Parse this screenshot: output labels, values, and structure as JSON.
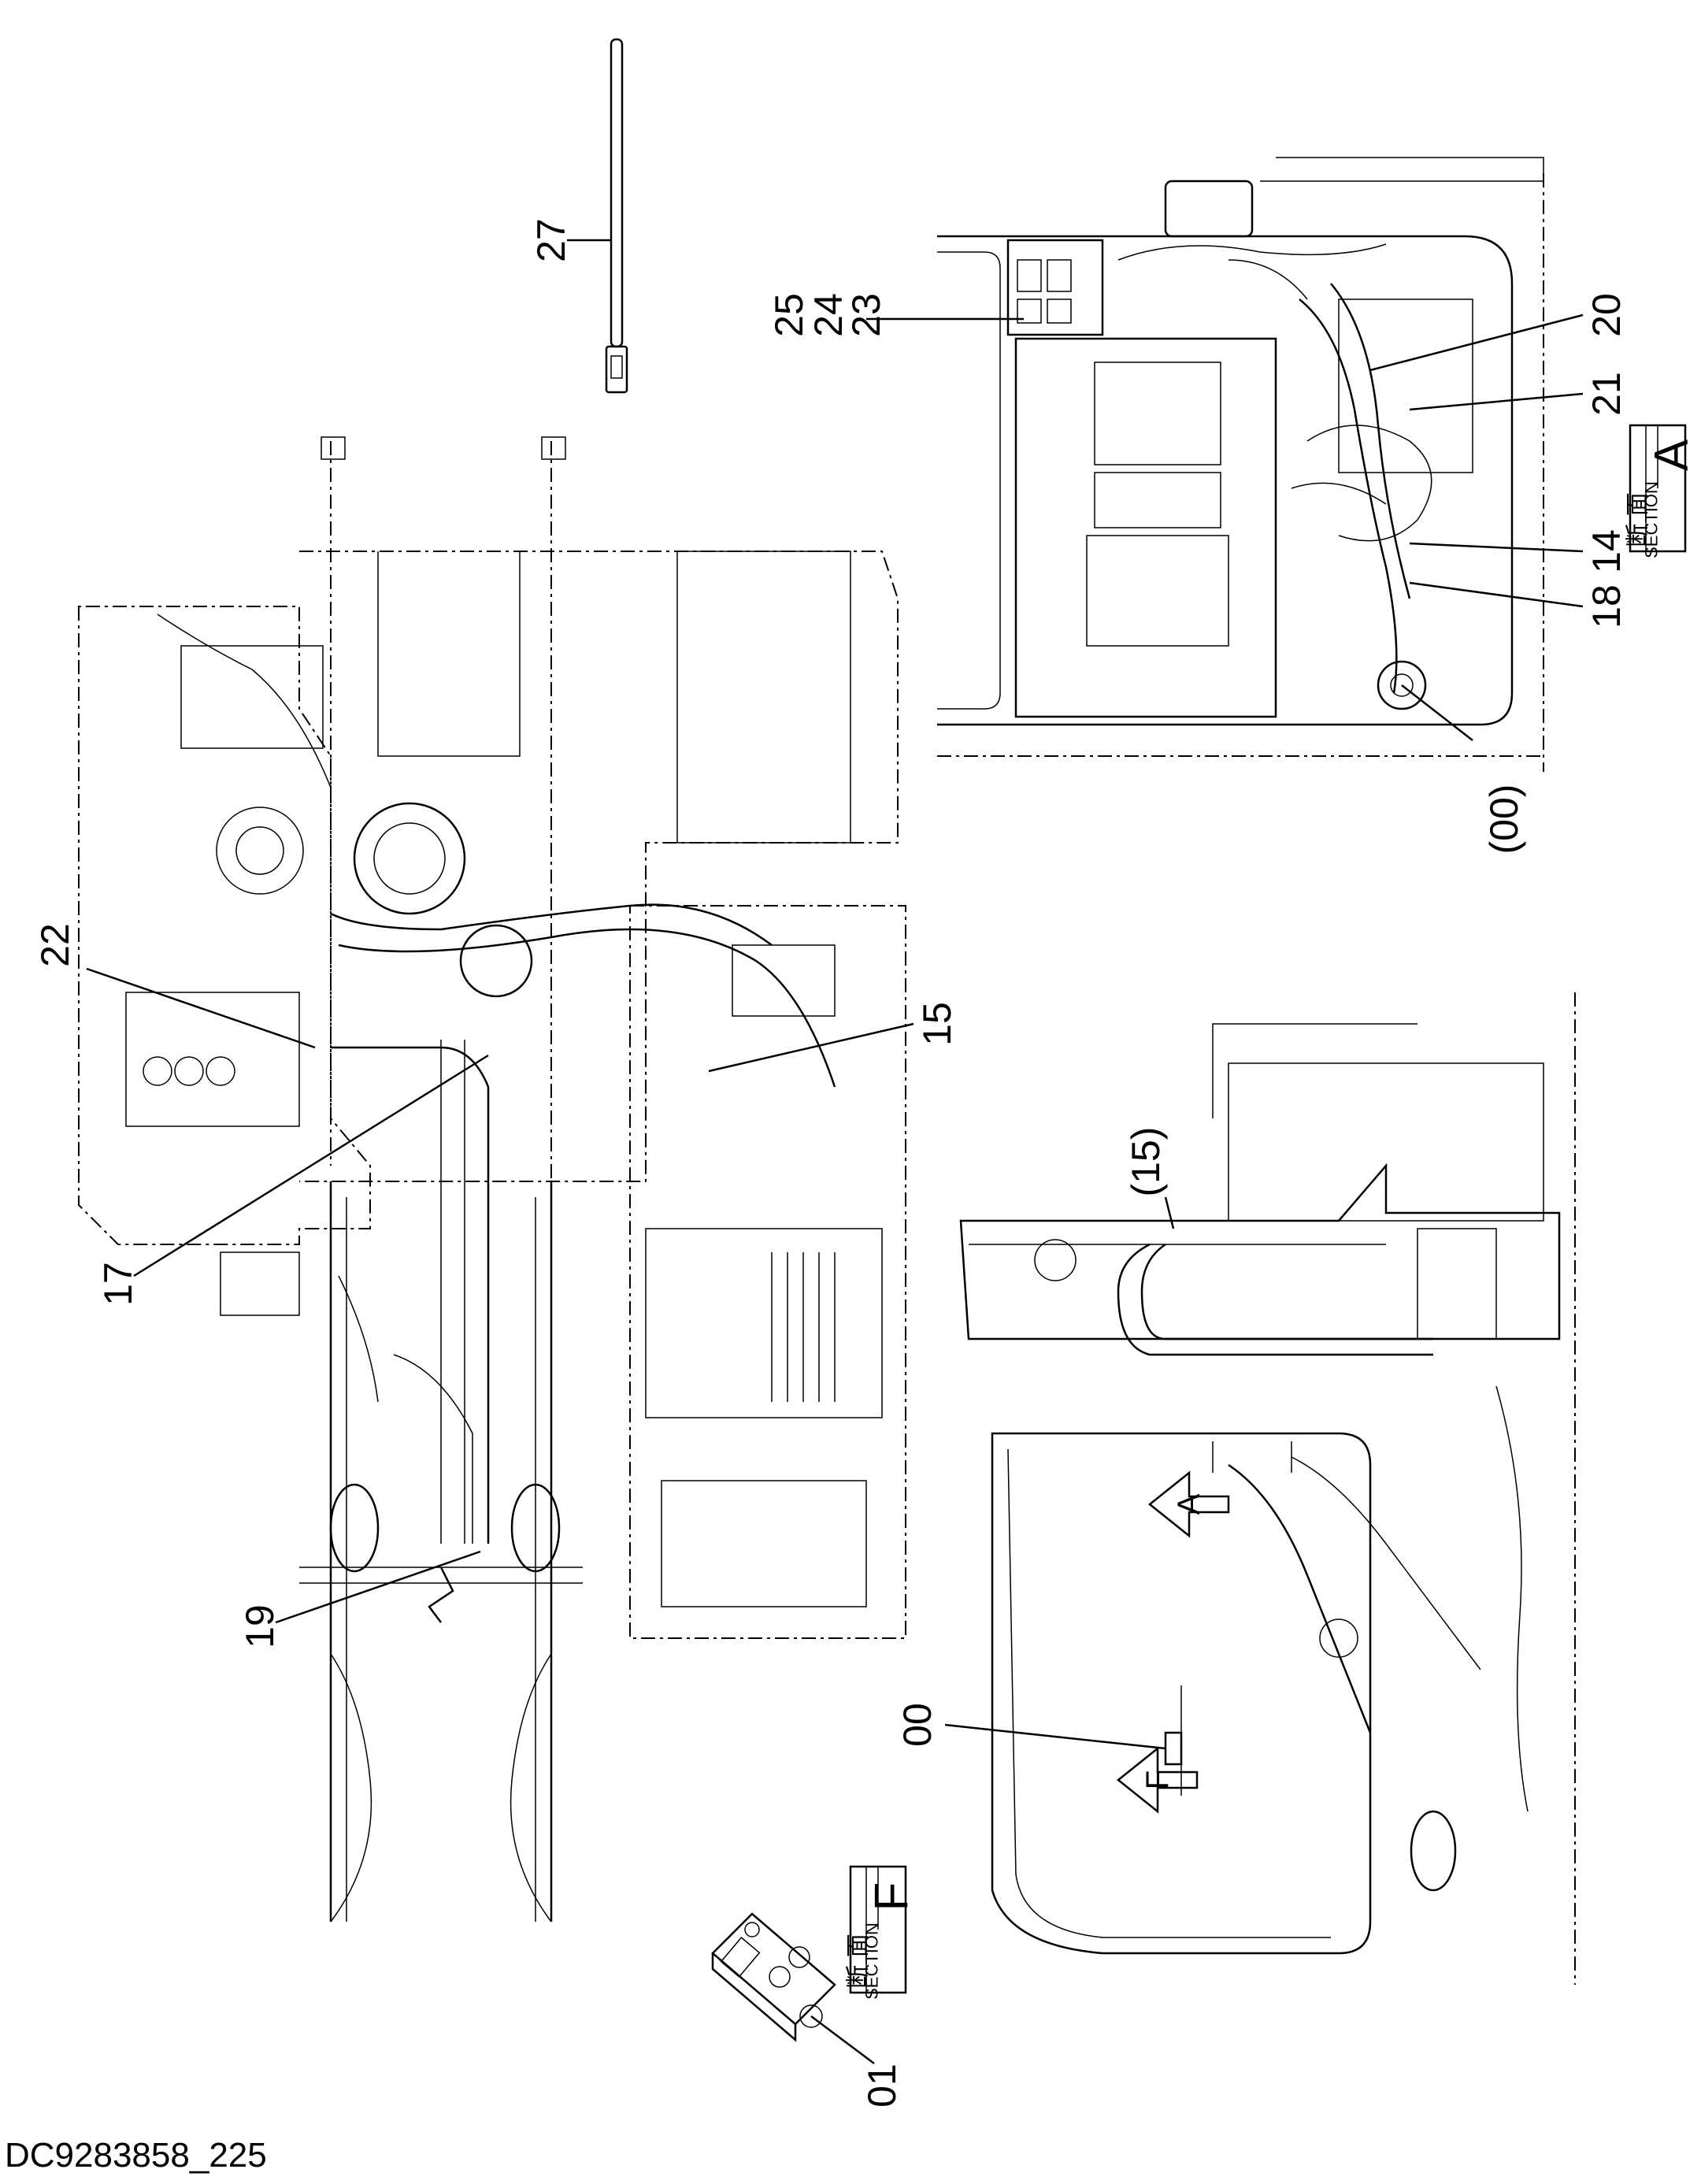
{
  "document_id": "DC9283858_225",
  "callouts": [
    "27",
    "25",
    "24",
    "23",
    "20",
    "21",
    "14",
    "18",
    "(00)",
    "22",
    "15",
    "17",
    "19",
    "(15)",
    "00",
    "01"
  ],
  "sections": [
    {
      "jp": "断 面",
      "en": "SECTION",
      "letter": "A"
    },
    {
      "jp": "断 面",
      "en": "SECTION",
      "letter": "F"
    }
  ],
  "view_arrows": [
    "A",
    "F"
  ]
}
